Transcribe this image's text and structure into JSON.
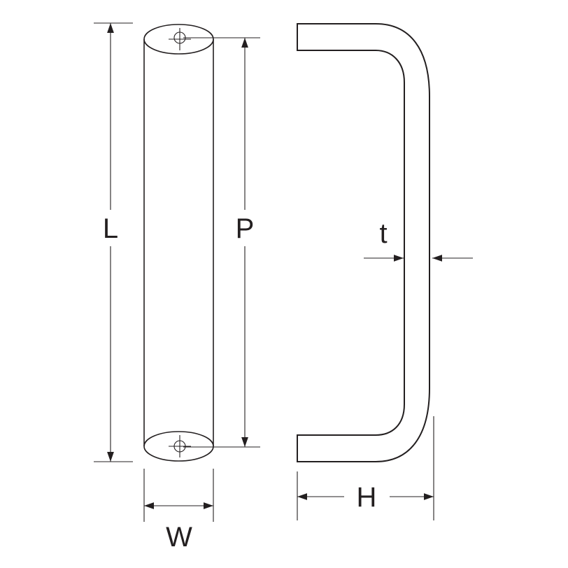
{
  "labels": {
    "length": "L",
    "pitch": "P",
    "width": "W",
    "height": "H",
    "thickness": "t"
  },
  "colors": {
    "line": "#231f20",
    "background": "#ffffff"
  }
}
